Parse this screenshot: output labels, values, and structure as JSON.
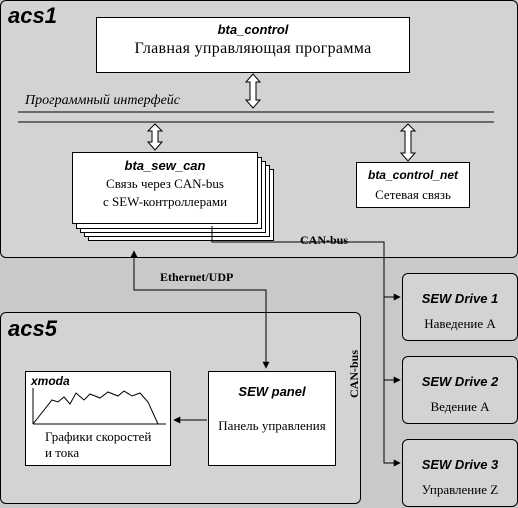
{
  "acs1": {
    "title": "acs1",
    "bta_control": {
      "name": "bta_control",
      "desc": "Главная управляющая программа"
    },
    "program_interface": "Программный интерфейс",
    "bta_sew_can": {
      "name": "bta_sew_can",
      "line1": "Связь через CAN-bus",
      "line2": "с SEW-контроллерами"
    },
    "bta_control_net": {
      "name": "bta_control_net",
      "desc": "Сетевая связь"
    }
  },
  "links": {
    "can_bus_top": "CAN-bus",
    "ethernet_udp": "Ethernet/UDP",
    "can_bus_vertical": "CAN-bus"
  },
  "acs5": {
    "title": "acs5",
    "xmoda": {
      "name": "xmoda",
      "line1": "Графики скоростей",
      "line2": "и тока"
    },
    "sew_panel": {
      "name": "SEW panel",
      "desc": "Панель управления"
    }
  },
  "drives": [
    {
      "name": "SEW Drive 1",
      "desc": "Наведение А"
    },
    {
      "name": "SEW Drive 2",
      "desc": "Ведение А"
    },
    {
      "name": "SEW Drive 3",
      "desc": "Управление Z"
    }
  ]
}
